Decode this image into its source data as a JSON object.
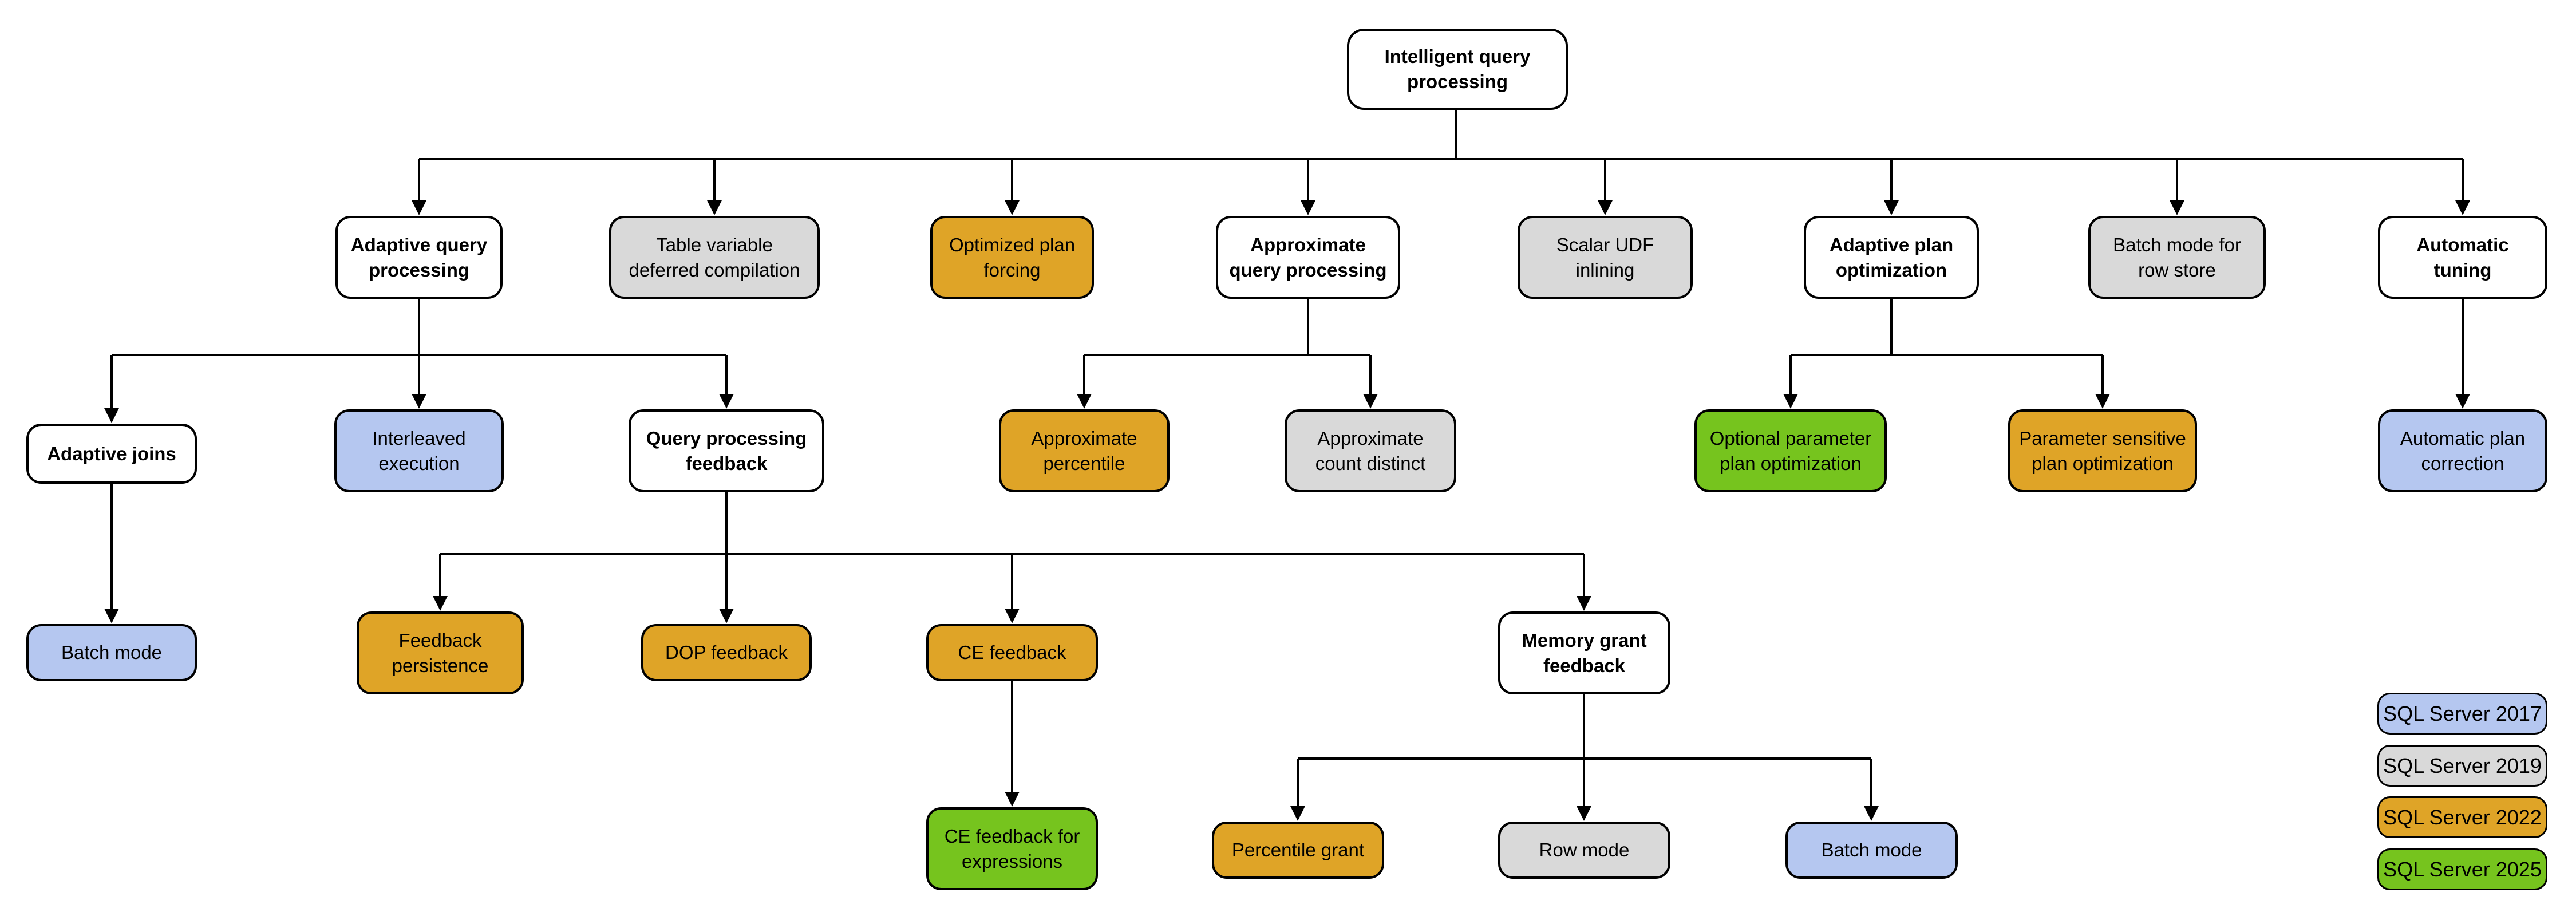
{
  "colors": {
    "category": "#ffffff",
    "2017": "#b5c7f0",
    "2019": "#d9d9d9",
    "2022": "#dfa427",
    "2025": "#76c41e",
    "border": "#000000",
    "connector": "#000000"
  },
  "nodes": {
    "intelligent_query_processing": {
      "label": "Intelligent query processing",
      "version": "category"
    },
    "adaptive_query_processing": {
      "label": "Adaptive query processing",
      "version": "category"
    },
    "table_variable_deferred_compilation": {
      "label": "Table variable deferred compilation",
      "version": "2019"
    },
    "optimized_plan_forcing": {
      "label": "Optimized plan forcing",
      "version": "2022"
    },
    "approximate_query_processing": {
      "label": "Approximate query processing",
      "version": "category"
    },
    "scalar_udf_inlining": {
      "label": "Scalar UDF inlining",
      "version": "2019"
    },
    "adaptive_plan_optimization": {
      "label": "Adaptive plan optimization",
      "version": "category"
    },
    "batch_mode_for_row_store": {
      "label": "Batch mode for row store",
      "version": "2019"
    },
    "automatic_tuning": {
      "label": "Automatic tuning",
      "version": "category"
    },
    "adaptive_joins": {
      "label": "Adaptive joins",
      "version": "category"
    },
    "interleaved_execution": {
      "label": "Interleaved execution",
      "version": "2017"
    },
    "query_processing_feedback": {
      "label": "Query processing feedback",
      "version": "category"
    },
    "approximate_percentile": {
      "label": "Approximate percentile",
      "version": "2022"
    },
    "approximate_count_distinct": {
      "label": "Approximate count distinct",
      "version": "2019"
    },
    "optional_parameter_plan_optimization": {
      "label": "Optional parameter plan optimization",
      "version": "2025"
    },
    "parameter_sensitive_plan_optimization": {
      "label": "Parameter sensitive plan optimization",
      "version": "2022"
    },
    "automatic_plan_correction": {
      "label": "Automatic plan correction",
      "version": "2017"
    },
    "batch_mode_adaptive_joins": {
      "label": "Batch mode",
      "version": "2017"
    },
    "feedback_persistence": {
      "label": "Feedback persistence",
      "version": "2022"
    },
    "dop_feedback": {
      "label": "DOP feedback",
      "version": "2022"
    },
    "ce_feedback": {
      "label": "CE feedback",
      "version": "2022"
    },
    "memory_grant_feedback": {
      "label": "Memory grant feedback",
      "version": "category"
    },
    "ce_feedback_for_expressions": {
      "label": "CE feedback for expressions",
      "version": "2025"
    },
    "percentile_grant": {
      "label": "Percentile grant",
      "version": "2022"
    },
    "row_mode": {
      "label": "Row mode",
      "version": "2019"
    },
    "batch_mode_memory_grant": {
      "label": "Batch mode",
      "version": "2017"
    }
  },
  "legend": {
    "items": [
      {
        "label": "SQL Server 2017",
        "version": "2017"
      },
      {
        "label": "SQL Server 2019",
        "version": "2019"
      },
      {
        "label": "SQL Server 2022",
        "version": "2022"
      },
      {
        "label": "SQL Server 2025",
        "version": "2025"
      }
    ]
  }
}
